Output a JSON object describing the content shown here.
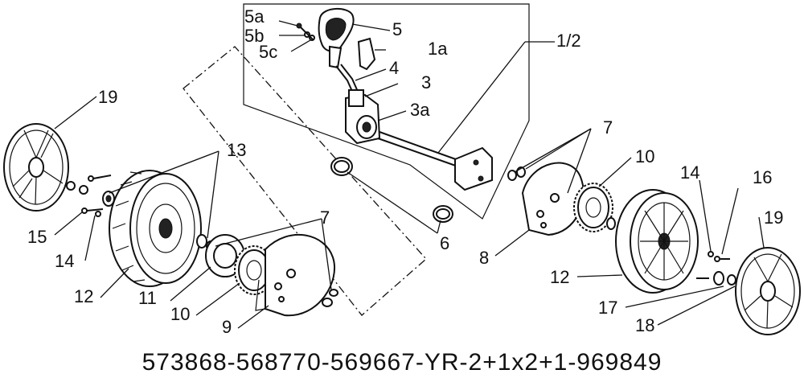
{
  "diagram": {
    "part_labels": {
      "p5a": "5a",
      "p5b": "5b",
      "p5c": "5c",
      "p5": "5",
      "p1a": "1a",
      "p1_2": "1/2",
      "p4": "4",
      "p3": "3",
      "p3a": "3a",
      "p7_right": "7",
      "p10_right": "10",
      "p19_left": "19",
      "p13": "13",
      "p15": "15",
      "p14_left": "14",
      "p12_left": "12",
      "p7_left": "7",
      "p11": "11",
      "p10_left": "10",
      "p9": "9",
      "p6": "6",
      "p8": "8",
      "p14_right": "14",
      "p16": "16",
      "p19_right": "19",
      "p12_right": "12",
      "p17": "17",
      "p18": "18"
    },
    "footer_code": "573868-568770-569667-YR-2+1x2+1-969849"
  }
}
